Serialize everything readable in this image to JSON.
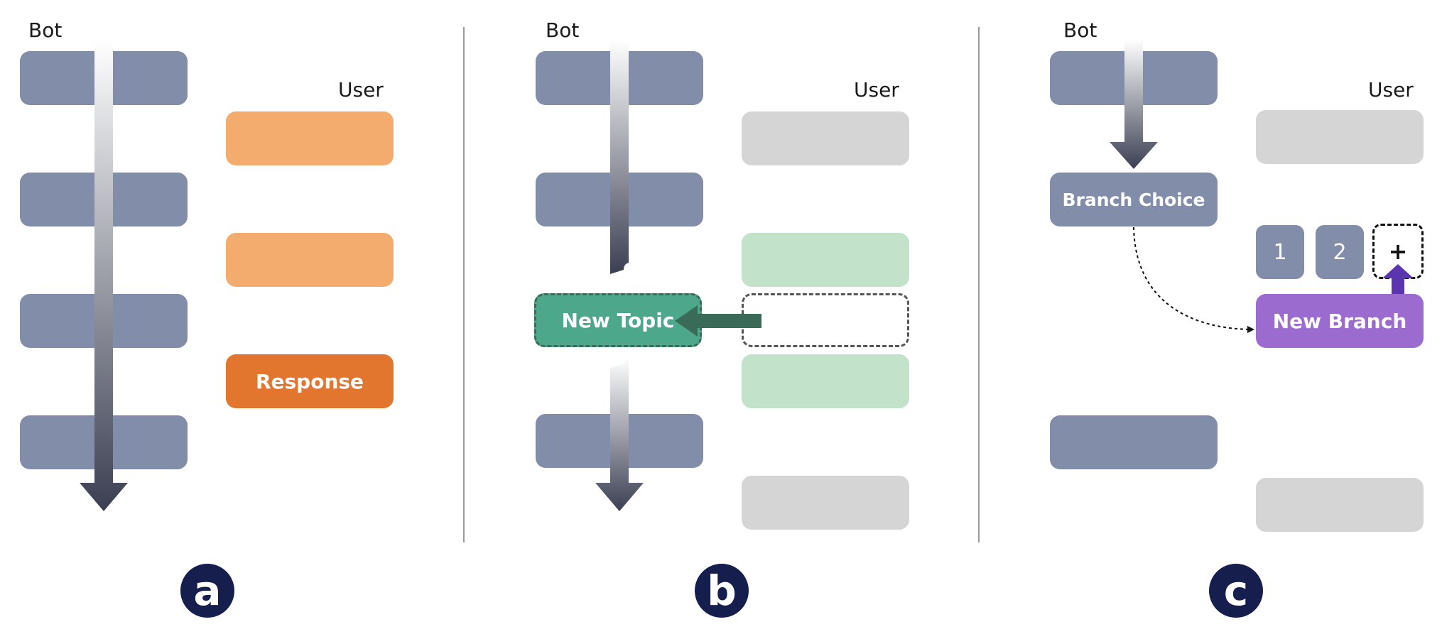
{
  "panels": [
    {
      "bot_label": "Bot",
      "user_label": "User",
      "response_label": "Response",
      "letter": "a"
    },
    {
      "bot_label": "Bot",
      "user_label": "User",
      "new_topic_label": "New Topic",
      "letter": "b"
    },
    {
      "bot_label": "Bot",
      "user_label": "User",
      "branch_choice_label": "Branch Choice",
      "new_branch_label": "New Branch",
      "option_1": "1",
      "option_2": "2",
      "add_symbol": "+",
      "letter": "c"
    }
  ],
  "colors": {
    "bot_box": "#828da9",
    "user_peach": "#f3ab6e",
    "response_orange": "#e2762f",
    "user_grey": "#d5d5d5",
    "user_green": "#c2e3c9",
    "new_topic_green": "#4da88b",
    "new_topic_arrow": "#3a6b58",
    "new_branch_purple": "#9b6bd0",
    "branch_arrow_purple": "#5b34b0",
    "letter_circle": "#151e4d"
  },
  "icons": [
    "down-arrow-gradient",
    "left-arrow",
    "dotted-curve-arrow",
    "up-arrow"
  ]
}
